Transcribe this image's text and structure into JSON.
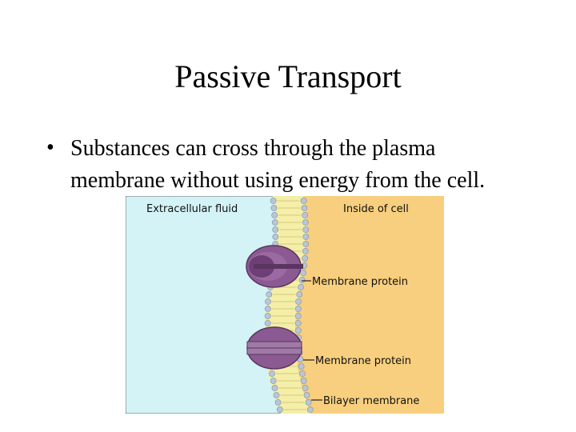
{
  "slide": {
    "title": "Passive Transport",
    "bullet_marker": "•",
    "bullet_text": "Substances can cross through the plasma membrane without using energy from the cell."
  },
  "diagram": {
    "labels": {
      "extracellular": "Extracellular fluid",
      "inside": "Inside of cell",
      "protein_1": "Membrane protein",
      "protein_2": "Membrane protein",
      "bilayer": "Bilayer membrane"
    },
    "colors": {
      "extracellular_fill": "#d3f3f7",
      "inside_fill": "#f8cf7e",
      "lipid_head": "#b9c6d6",
      "lipid_tail": "#f4eea8",
      "protein": "#8c5a92"
    }
  }
}
